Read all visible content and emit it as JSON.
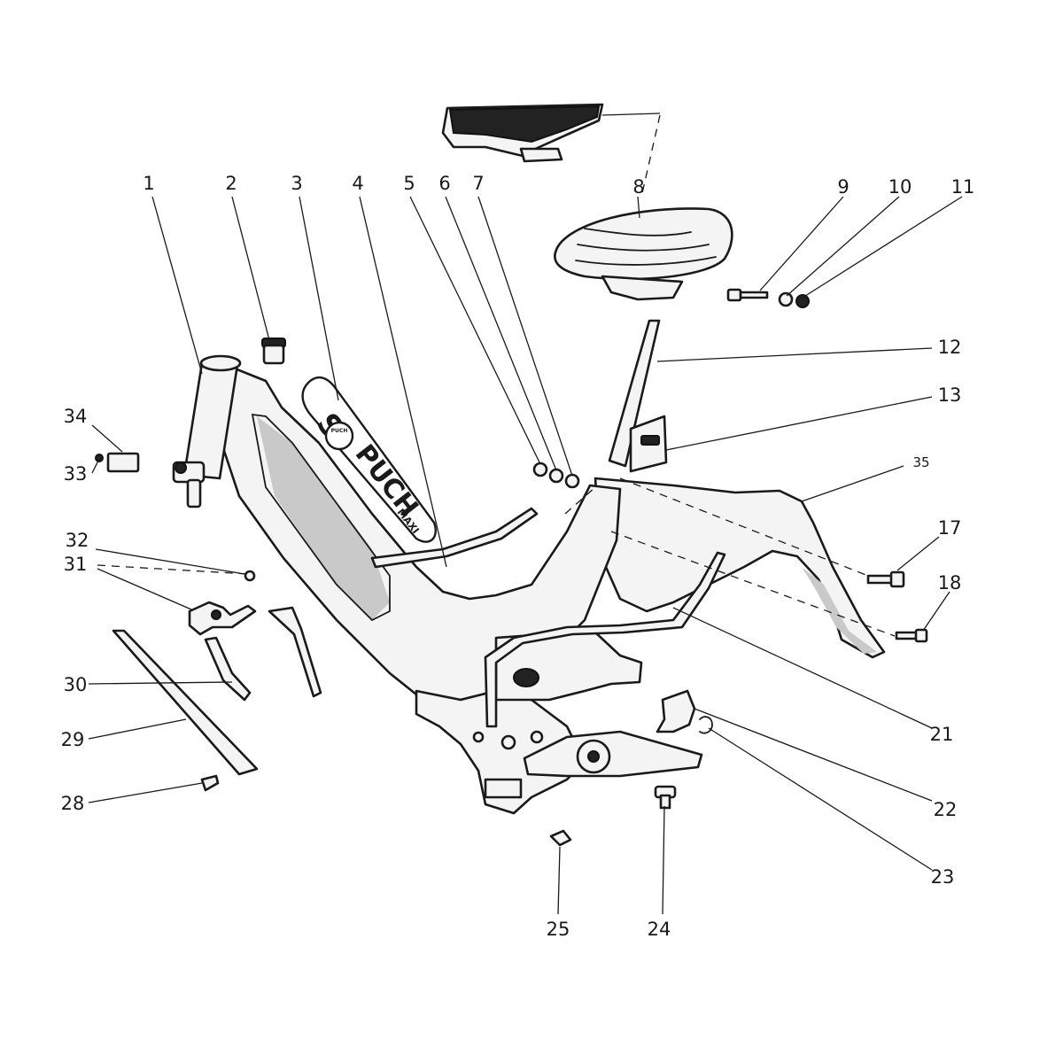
{
  "emblem": {
    "letter": "S",
    "brand": "PUCH",
    "model": "MAXI",
    "roundel": "PUCH"
  },
  "callouts": [
    {
      "id": "1",
      "text": "1"
    },
    {
      "id": "2",
      "text": "2"
    },
    {
      "id": "3",
      "text": "3"
    },
    {
      "id": "4",
      "text": "4"
    },
    {
      "id": "5",
      "text": "5"
    },
    {
      "id": "6",
      "text": "6"
    },
    {
      "id": "7",
      "text": "7"
    },
    {
      "id": "8",
      "text": "8"
    },
    {
      "id": "9",
      "text": "9"
    },
    {
      "id": "10",
      "text": "10"
    },
    {
      "id": "11",
      "text": "11"
    },
    {
      "id": "12",
      "text": "12"
    },
    {
      "id": "13",
      "text": "13"
    },
    {
      "id": "35",
      "text": "35"
    },
    {
      "id": "17",
      "text": "17"
    },
    {
      "id": "18",
      "text": "18"
    },
    {
      "id": "21",
      "text": "21"
    },
    {
      "id": "22",
      "text": "22"
    },
    {
      "id": "23",
      "text": "23"
    },
    {
      "id": "24",
      "text": "24"
    },
    {
      "id": "25",
      "text": "25"
    },
    {
      "id": "28",
      "text": "28"
    },
    {
      "id": "29",
      "text": "29"
    },
    {
      "id": "30",
      "text": "30"
    },
    {
      "id": "31",
      "text": "31"
    },
    {
      "id": "32",
      "text": "32"
    },
    {
      "id": "33",
      "text": "33"
    },
    {
      "id": "34",
      "text": "34"
    }
  ]
}
